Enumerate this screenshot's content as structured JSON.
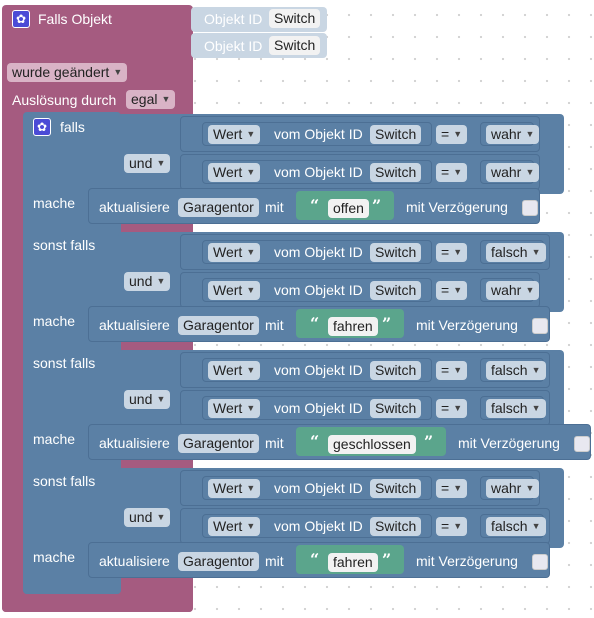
{
  "event": {
    "title": "Falls Objekt",
    "object_label": "Objekt ID",
    "objects": [
      "Switch",
      "Switch"
    ],
    "trigger_label": "wurde geändert",
    "trigger_by_label": "Auslösung durch",
    "trigger_by_value": "egal"
  },
  "ifblock": {
    "labels": {
      "if": "falls",
      "elseif": "sonst falls",
      "do": "mache",
      "and": "und"
    },
    "cond_prefix": "Wert",
    "cond_middle": "vom Objekt ID",
    "cond_object": "Switch",
    "op": "=",
    "branches": [
      {
        "header": "falls",
        "values": [
          "wahr",
          "wahr"
        ],
        "update_label": "aktualisiere",
        "target": "Garagentor",
        "with_label": "mit",
        "text_value": "offen",
        "delay_label": "mit Verzögerung"
      },
      {
        "header": "sonst falls",
        "values": [
          "falsch",
          "wahr"
        ],
        "update_label": "aktualisiere",
        "target": "Garagentor",
        "with_label": "mit",
        "text_value": "fahren",
        "delay_label": "mit Verzögerung"
      },
      {
        "header": "sonst falls",
        "values": [
          "falsch",
          "falsch"
        ],
        "update_label": "aktualisiere",
        "target": "Garagentor",
        "with_label": "mit",
        "text_value": "geschlossen",
        "delay_label": "mit Verzögerung"
      },
      {
        "header": "sonst falls",
        "values": [
          "wahr",
          "falsch"
        ],
        "update_label": "aktualisiere",
        "target": "Garagentor",
        "with_label": "mit",
        "text_value": "fahren",
        "delay_label": "mit Verzögerung"
      }
    ]
  },
  "colors": {
    "event": "#a55b80",
    "logic": "#5b80a5",
    "text": "#5ba58c",
    "gear": "#4b4bd6"
  }
}
